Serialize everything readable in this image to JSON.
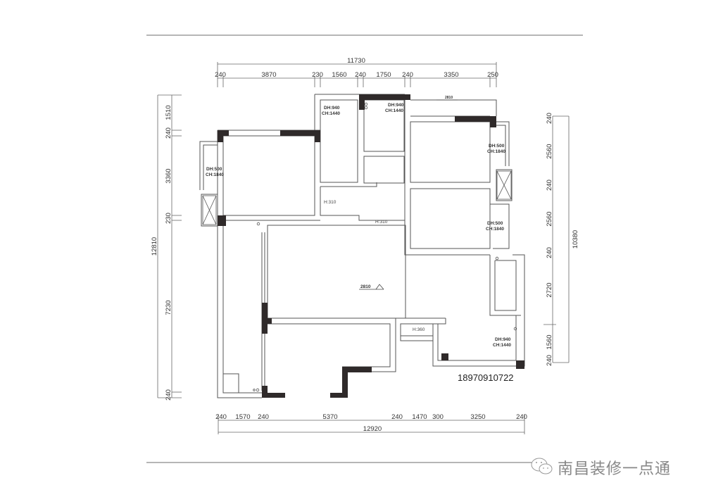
{
  "drawing": {
    "type": "floor-plan",
    "top_dimensions": {
      "total": "11730",
      "segments": [
        "240",
        "3870",
        "230",
        "1560",
        "240",
        "1750",
        "240",
        "3350",
        "250"
      ]
    },
    "bottom_dimensions": {
      "total": "12920",
      "segments": [
        "240",
        "1570",
        "240",
        "5370",
        "240",
        "1470",
        "300",
        "3250",
        "240"
      ]
    },
    "left_dimensions": {
      "total": "12810",
      "segments": [
        "1510",
        "240",
        "3360",
        "230",
        "7230",
        "240"
      ]
    },
    "right_dimensions": {
      "total": "10380",
      "segments": [
        "240",
        "2560",
        "240",
        "2560",
        "240",
        "2720",
        "1560",
        "240"
      ]
    },
    "window_labels": [
      {
        "dh": "DH:500",
        "ch": "CH:1840",
        "pos": "left-bedroom-bay"
      },
      {
        "dh": "DH:940",
        "ch": "CH:1440",
        "pos": "top-small-room-1"
      },
      {
        "dh": "DH:940",
        "ch": "CH:1440",
        "pos": "top-small-room-2"
      },
      {
        "dh": "DH:500",
        "ch": "CH:1840",
        "pos": "right-bedroom-1"
      },
      {
        "dh": "DH:500",
        "ch": "CH:1840",
        "pos": "right-bedroom-2"
      },
      {
        "dh": "DH:940",
        "ch": "CH:1440",
        "pos": "bottom-right-room"
      }
    ],
    "beam_labels": [
      "H:310",
      "H:310",
      "H:360"
    ],
    "elevation_marks": [
      "2810",
      "2810"
    ],
    "phone": "18970910722"
  },
  "watermark": {
    "icon": "wechat-icon",
    "text": "南昌装修一点通"
  },
  "colors": {
    "line": "#555555",
    "wall_fill": "#2f2a2a",
    "dim_line": "#666666",
    "frame_line": "#8a8a8a",
    "watermark": "#888888"
  }
}
